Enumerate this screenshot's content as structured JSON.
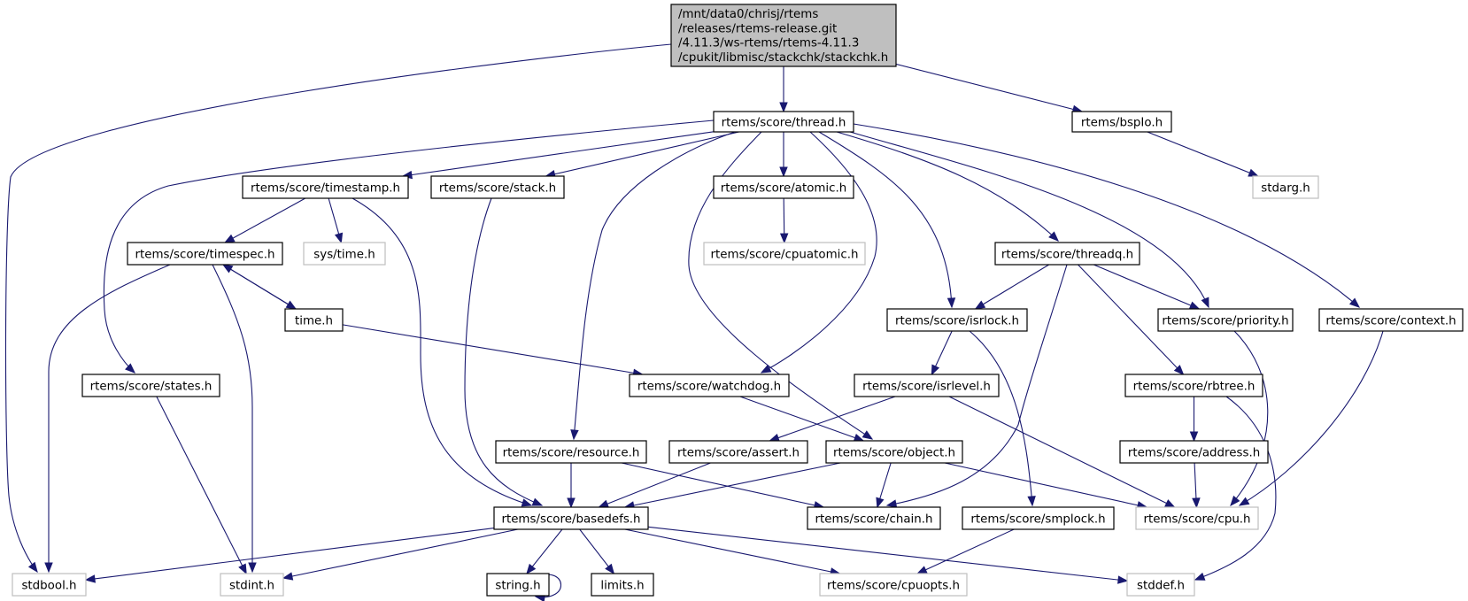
{
  "graph": {
    "title": "Include dependency graph for stackchk.h",
    "edge_color": "#191970",
    "root_fill": "#bfbfbf",
    "external_border": "#bfbfbf",
    "nodes": [
      {
        "id": "root",
        "kind": "root",
        "lines": [
          "/mnt/data0/chrisj/rtems",
          "/releases/rtems-release.git",
          "/4.11.3/ws-rtems/rtems-4.11.3",
          "/cpukit/libmisc/stackchk/stackchk.h"
        ]
      },
      {
        "id": "thread",
        "kind": "local",
        "lines": [
          "rtems/score/thread.h"
        ]
      },
      {
        "id": "bspio",
        "kind": "local",
        "lines": [
          "rtems/bspIo.h"
        ]
      },
      {
        "id": "stdarg",
        "kind": "external",
        "lines": [
          "stdarg.h"
        ]
      },
      {
        "id": "timestamp",
        "kind": "local",
        "lines": [
          "rtems/score/timestamp.h"
        ]
      },
      {
        "id": "stack",
        "kind": "local",
        "lines": [
          "rtems/score/stack.h"
        ]
      },
      {
        "id": "atomic",
        "kind": "local",
        "lines": [
          "rtems/score/atomic.h"
        ]
      },
      {
        "id": "cpuatomic",
        "kind": "external",
        "lines": [
          "rtems/score/cpuatomic.h"
        ]
      },
      {
        "id": "timespec",
        "kind": "local",
        "lines": [
          "rtems/score/timespec.h"
        ]
      },
      {
        "id": "systime",
        "kind": "external",
        "lines": [
          "sys/time.h"
        ]
      },
      {
        "id": "threadq",
        "kind": "local",
        "lines": [
          "rtems/score/threadq.h"
        ]
      },
      {
        "id": "time",
        "kind": "local",
        "lines": [
          "time.h"
        ]
      },
      {
        "id": "isrlock",
        "kind": "local",
        "lines": [
          "rtems/score/isrlock.h"
        ]
      },
      {
        "id": "priority",
        "kind": "local",
        "lines": [
          "rtems/score/priority.h"
        ]
      },
      {
        "id": "context",
        "kind": "local",
        "lines": [
          "rtems/score/context.h"
        ]
      },
      {
        "id": "states",
        "kind": "local",
        "lines": [
          "rtems/score/states.h"
        ]
      },
      {
        "id": "watchdog",
        "kind": "local",
        "lines": [
          "rtems/score/watchdog.h"
        ]
      },
      {
        "id": "isrlevel",
        "kind": "local",
        "lines": [
          "rtems/score/isrlevel.h"
        ]
      },
      {
        "id": "rbtree",
        "kind": "local",
        "lines": [
          "rtems/score/rbtree.h"
        ]
      },
      {
        "id": "resource",
        "kind": "local",
        "lines": [
          "rtems/score/resource.h"
        ]
      },
      {
        "id": "assert",
        "kind": "local",
        "lines": [
          "rtems/score/assert.h"
        ]
      },
      {
        "id": "object",
        "kind": "local",
        "lines": [
          "rtems/score/object.h"
        ]
      },
      {
        "id": "address",
        "kind": "local",
        "lines": [
          "rtems/score/address.h"
        ]
      },
      {
        "id": "basedefs",
        "kind": "local",
        "lines": [
          "rtems/score/basedefs.h"
        ]
      },
      {
        "id": "chain",
        "kind": "local",
        "lines": [
          "rtems/score/chain.h"
        ]
      },
      {
        "id": "smplock",
        "kind": "local",
        "lines": [
          "rtems/score/smplock.h"
        ]
      },
      {
        "id": "cpu",
        "kind": "external",
        "lines": [
          "rtems/score/cpu.h"
        ]
      },
      {
        "id": "stdbool",
        "kind": "external",
        "lines": [
          "stdbool.h"
        ]
      },
      {
        "id": "stdint",
        "kind": "external",
        "lines": [
          "stdint.h"
        ]
      },
      {
        "id": "string",
        "kind": "local",
        "lines": [
          "string.h"
        ]
      },
      {
        "id": "limits",
        "kind": "local",
        "lines": [
          "limits.h"
        ]
      },
      {
        "id": "cpuopts",
        "kind": "external",
        "lines": [
          "rtems/score/cpuopts.h"
        ]
      },
      {
        "id": "stddef",
        "kind": "external",
        "lines": [
          "stddef.h"
        ]
      }
    ],
    "edges": [
      [
        "root",
        "stdbool"
      ],
      [
        "root",
        "thread"
      ],
      [
        "root",
        "bspio"
      ],
      [
        "bspio",
        "stdarg"
      ],
      [
        "thread",
        "timestamp"
      ],
      [
        "thread",
        "stack"
      ],
      [
        "thread",
        "atomic"
      ],
      [
        "thread",
        "states"
      ],
      [
        "thread",
        "resource"
      ],
      [
        "thread",
        "object"
      ],
      [
        "thread",
        "watchdog"
      ],
      [
        "thread",
        "isrlock"
      ],
      [
        "thread",
        "threadq"
      ],
      [
        "thread",
        "priority"
      ],
      [
        "thread",
        "context"
      ],
      [
        "atomic",
        "cpuatomic"
      ],
      [
        "timestamp",
        "timespec"
      ],
      [
        "timestamp",
        "systime"
      ],
      [
        "timestamp",
        "basedefs"
      ],
      [
        "stack",
        "basedefs"
      ],
      [
        "timespec",
        "stdbool"
      ],
      [
        "timespec",
        "stdint"
      ],
      [
        "timespec",
        "time"
      ],
      [
        "time",
        "timespec"
      ],
      [
        "time",
        "watchdog"
      ],
      [
        "threadq",
        "isrlock"
      ],
      [
        "threadq",
        "priority"
      ],
      [
        "threadq",
        "rbtree"
      ],
      [
        "threadq",
        "chain"
      ],
      [
        "isrlock",
        "isrlevel"
      ],
      [
        "isrlock",
        "smplock"
      ],
      [
        "priority",
        "cpu"
      ],
      [
        "context",
        "cpu"
      ],
      [
        "states",
        "stdint"
      ],
      [
        "watchdog",
        "object"
      ],
      [
        "isrlevel",
        "assert"
      ],
      [
        "isrlevel",
        "cpu"
      ],
      [
        "rbtree",
        "address"
      ],
      [
        "rbtree",
        "stddef"
      ],
      [
        "address",
        "cpu"
      ],
      [
        "resource",
        "basedefs"
      ],
      [
        "resource",
        "chain"
      ],
      [
        "assert",
        "basedefs"
      ],
      [
        "object",
        "basedefs"
      ],
      [
        "object",
        "chain"
      ],
      [
        "object",
        "cpu"
      ],
      [
        "smplock",
        "cpuopts"
      ],
      [
        "basedefs",
        "stdbool"
      ],
      [
        "basedefs",
        "stdint"
      ],
      [
        "basedefs",
        "string"
      ],
      [
        "basedefs",
        "limits"
      ],
      [
        "basedefs",
        "cpuopts"
      ],
      [
        "basedefs",
        "stddef"
      ],
      [
        "string",
        "string"
      ]
    ]
  }
}
